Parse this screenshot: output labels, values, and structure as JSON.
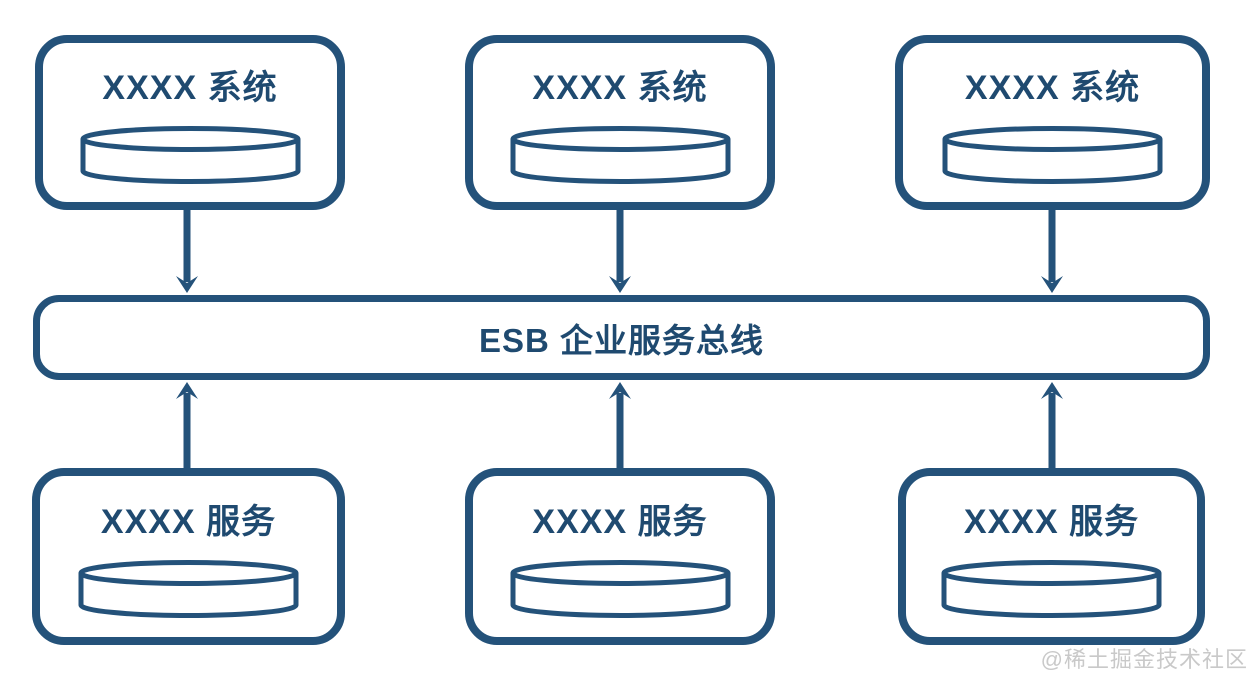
{
  "diagram": {
    "type": "architecture-diagram",
    "top_row": [
      {
        "label": "XXXX 系统",
        "icon": "database-cylinder-icon"
      },
      {
        "label": "XXXX 系统",
        "icon": "database-cylinder-icon"
      },
      {
        "label": "XXXX 系统",
        "icon": "database-cylinder-icon"
      }
    ],
    "bus": {
      "label": "ESB 企业服务总线"
    },
    "bottom_row": [
      {
        "label": "XXXX 服务",
        "icon": "database-cylinder-icon"
      },
      {
        "label": "XXXX 服务",
        "icon": "database-cylinder-icon"
      },
      {
        "label": "XXXX 服务",
        "icon": "database-cylinder-icon"
      }
    ],
    "connections": [
      {
        "from": "system-1",
        "to": "esb-bus",
        "direction": "down"
      },
      {
        "from": "system-2",
        "to": "esb-bus",
        "direction": "down"
      },
      {
        "from": "system-3",
        "to": "esb-bus",
        "direction": "down"
      },
      {
        "from": "service-1",
        "to": "esb-bus",
        "direction": "up"
      },
      {
        "from": "service-2",
        "to": "esb-bus",
        "direction": "up"
      },
      {
        "from": "service-3",
        "to": "esb-bus",
        "direction": "up"
      }
    ],
    "watermark": "@稀土掘金技术社区",
    "colors": {
      "stroke": "#24527a",
      "text": "#1f4a70",
      "watermark": "#c9c9c9",
      "background": "#ffffff"
    }
  }
}
